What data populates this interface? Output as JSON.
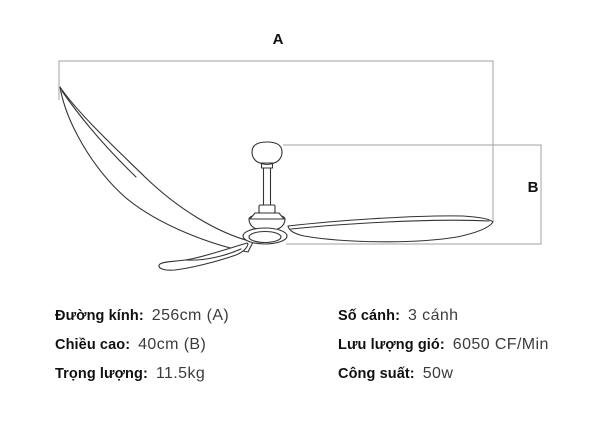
{
  "diagram": {
    "dimension_a_label": "A",
    "dimension_b_label": "B",
    "subject": "ceiling-fan-3-blade-line-drawing"
  },
  "specs": {
    "left": [
      {
        "label": "Đường kính:",
        "value": "256cm (A)"
      },
      {
        "label": "Chiều cao:",
        "value": "40cm (B)"
      },
      {
        "label": "Trọng lượng:",
        "value": "11.5kg"
      }
    ],
    "right": [
      {
        "label": "Số cánh:",
        "value": "3 cánh"
      },
      {
        "label": "Lưu lượng gió:",
        "value": "6050 CF/Min"
      },
      {
        "label": "Công suất:",
        "value": "50w"
      }
    ]
  },
  "colors": {
    "background": "#ffffff",
    "dimension_line": "#a0a0a0",
    "fan_stroke": "#333333",
    "label_text": "#101010",
    "value_text": "#3c3c3c"
  }
}
